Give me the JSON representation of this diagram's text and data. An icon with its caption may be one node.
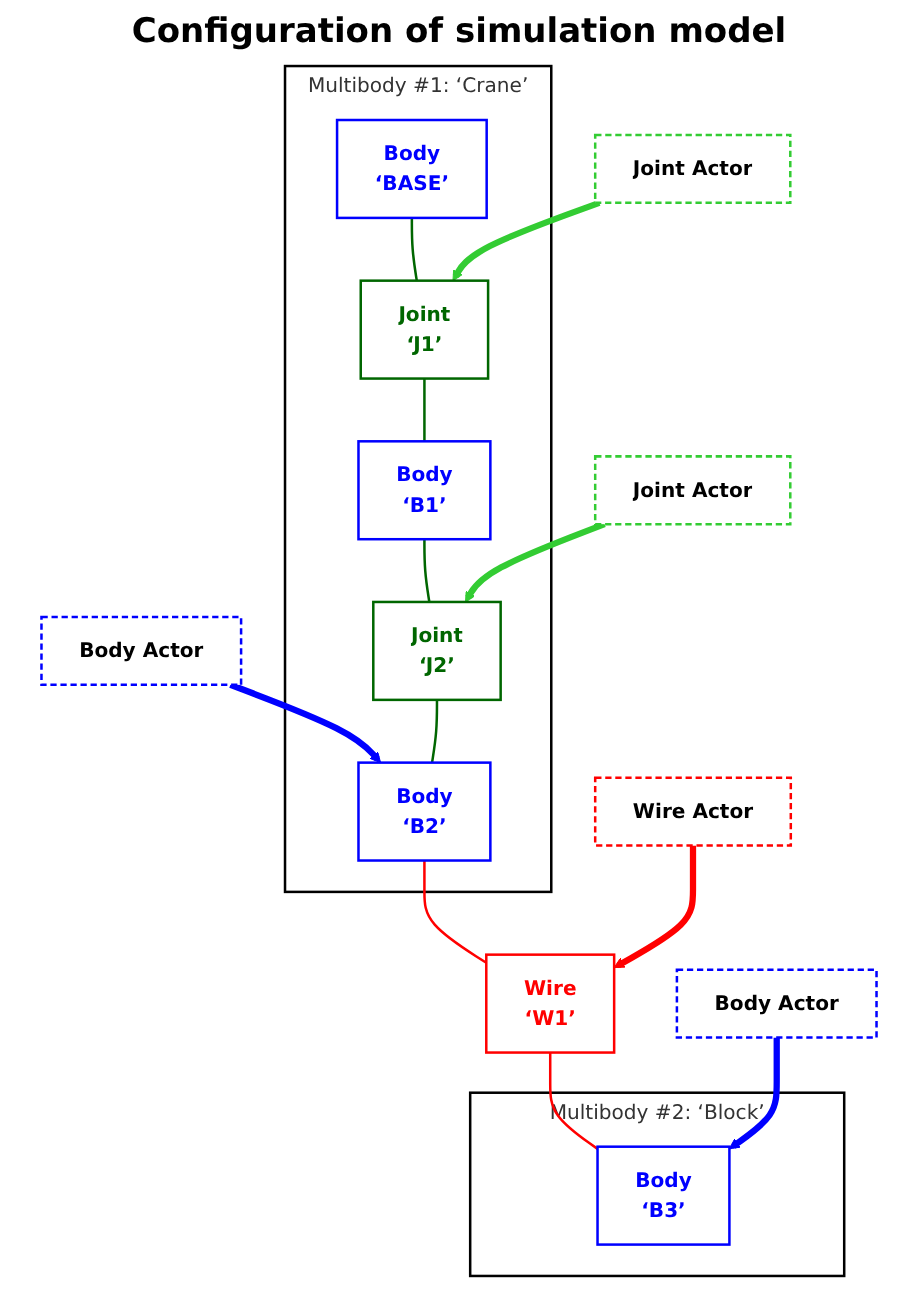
{
  "diagram": {
    "title": "Configuration of simulation model",
    "nodes": [
      {
        "text": [
          "Body Actor"
        ]
      },
      {
        "text": [
          "Multibody #1: ‘Crane’"
        ]
      },
      {
        "text": [
          "Body",
          "‘BASE’"
        ],
        "in": 1
      },
      {
        "text": [
          "Body",
          "‘B1’"
        ],
        "in": 1
      },
      {
        "text": [
          "Body",
          "‘B2’"
        ],
        "in": 1
      },
      {
        "text": [
          "Joint",
          "‘J1’"
        ],
        "in": 1
      },
      {
        "text": [
          "Joint",
          "‘J2’"
        ],
        "in": 1
      },
      {
        "text": [
          "Joint Actor"
        ]
      },
      {
        "text": [
          "Joint Actor"
        ]
      },
      {
        "text": [
          "Wire",
          "‘W1’"
        ]
      },
      {
        "text": [
          "Wire Actor"
        ]
      },
      {
        "text": [
          "Multibody #2: ‘Block’"
        ]
      },
      {
        "text": [
          "Body",
          "‘B3’"
        ],
        "in": 11
      },
      {
        "text": [
          "Body Actor"
        ]
      }
    ],
    "edges": [
      {
        "from": 0,
        "to": 4,
        "arrow": "to",
        "style": "thick",
        "color": "#0000ff"
      },
      {
        "from": 2,
        "to": 5,
        "arrow": "none"
      },
      {
        "from": 5,
        "to": 3,
        "arrow": "none"
      },
      {
        "from": 3,
        "to": 6,
        "arrow": "none"
      },
      {
        "from": 6,
        "to": 4,
        "arrow": "none"
      },
      {
        "from": 7,
        "to": 5,
        "arrow": "to",
        "style": "thick",
        "color": "#33cc33"
      },
      {
        "from": 8,
        "to": 6,
        "arrow": "to",
        "style": "thick",
        "color": "#33cc33"
      },
      {
        "from": 4,
        "to": 9,
        "arrow": "none",
        "color": "#ff0000"
      },
      {
        "from": 9,
        "to": 12,
        "arrow": "none",
        "color": "#ff0000"
      },
      {
        "from": 10,
        "to": 9,
        "arrow": "to",
        "style": "thick",
        "color": "#ff0000"
      },
      {
        "from": 13,
        "to": 12,
        "arrow": "to",
        "style": "thick",
        "color": "#0000ff"
      }
    ]
  }
}
